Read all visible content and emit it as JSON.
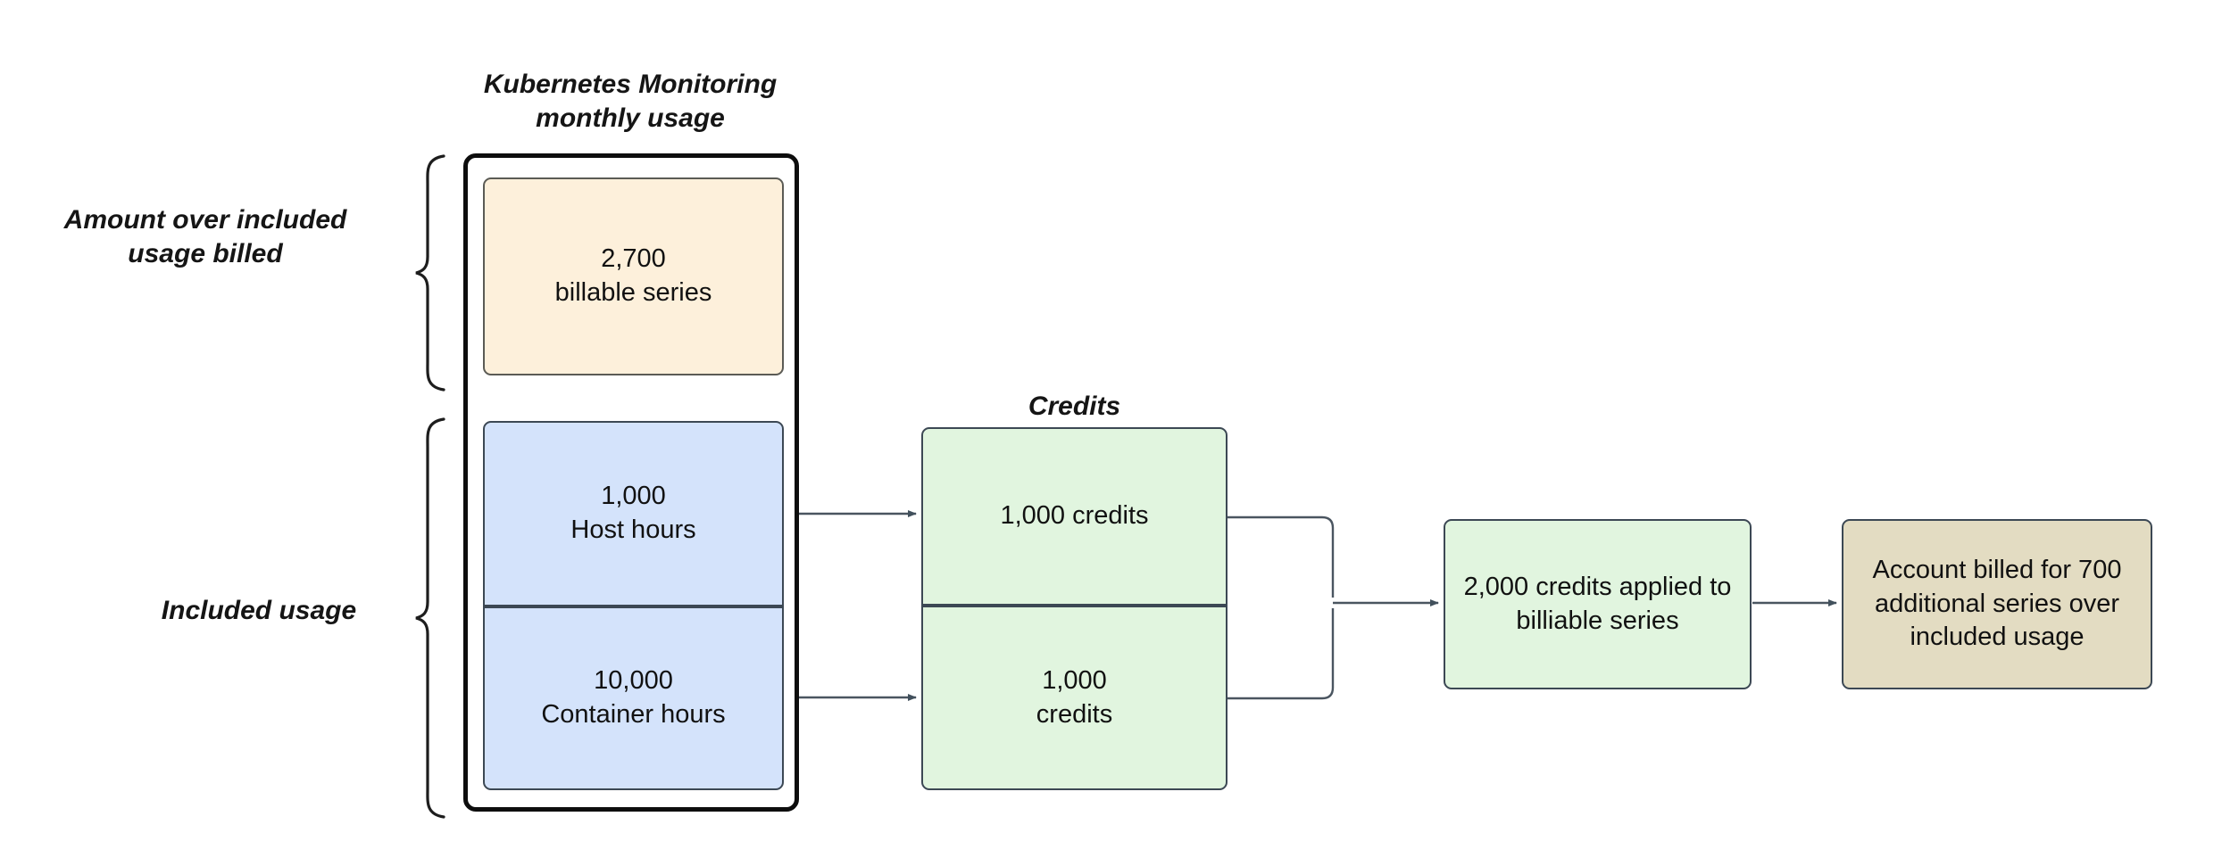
{
  "diagram": {
    "title_groups": {
      "kubernetes_usage": "Kubernetes Monitoring\nmonthly usage",
      "credits": "Credits"
    },
    "side_labels": {
      "over_included": "Amount over included\nusage billed",
      "included": "Included usage"
    },
    "nodes": {
      "billable_series": "2,700\nbillable series",
      "host_hours": "1,000\nHost hours",
      "container_hours": "10,000\nContainer hours",
      "credits_host": "1,000 credits",
      "credits_container": "1,000\ncredits",
      "credits_applied": "2,000 credits applied to\nbilliable series",
      "account_billed": "Account billed for 700\nadditional series over\nincluded usage"
    },
    "colors": {
      "cream": "#fdf0db",
      "blue": "#d4e3fb",
      "green": "#e1f5df",
      "tan": "#e3dcc2",
      "border_dark": "#3c4854",
      "outer_border": "#0d0d0d",
      "connector": "#4a5560",
      "background": "#ffffff"
    },
    "icons": {
      "brace_over_included": "curly-brace-left",
      "brace_included": "curly-brace-left",
      "divider": "dashed-divider-line"
    }
  }
}
